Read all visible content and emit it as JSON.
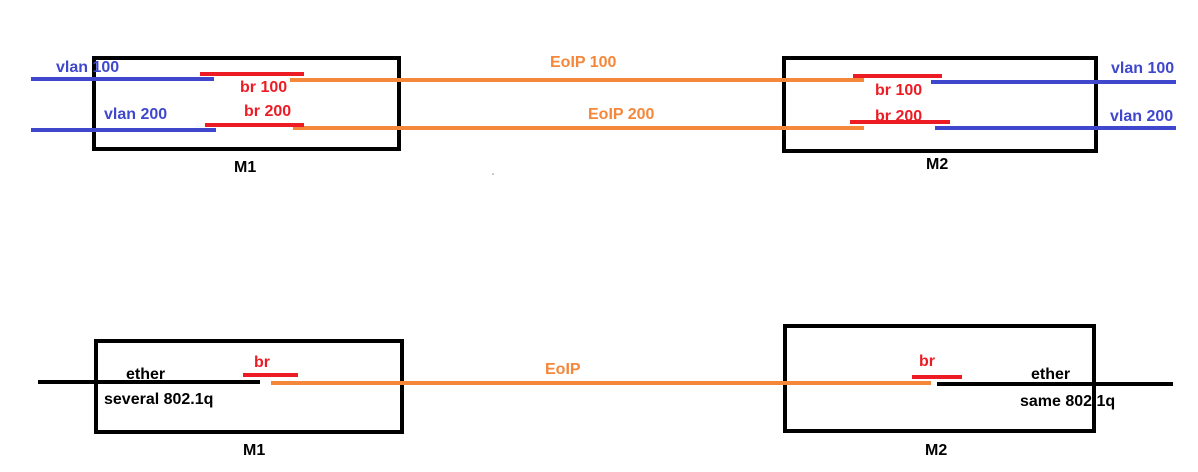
{
  "colors": {
    "vlan": "#3f48cc",
    "bridge": "#ed1c24",
    "eoip": "#f5873a",
    "ether": "#000000",
    "box": "#000000",
    "label": "#000000"
  },
  "top": {
    "m1": {
      "label": "M1",
      "vlan_a": "vlan 100",
      "vlan_b": "vlan 200",
      "br_a": "br 100",
      "br_b": "br 200"
    },
    "m2": {
      "label": "M2",
      "vlan_a": "vlan 100",
      "vlan_b": "vlan 200",
      "br_a": "br 100",
      "br_b": "br 200"
    },
    "eoip_a": "EoIP 100",
    "eoip_b": "EoIP 200"
  },
  "bottom": {
    "m1": {
      "label": "M1",
      "ether": "ether",
      "ether_note": "several 802.1q",
      "br": "br"
    },
    "m2": {
      "label": "M2",
      "ether": "ether",
      "ether_note": "same 802.1q",
      "br": "br"
    },
    "eoip": "EoIP"
  }
}
